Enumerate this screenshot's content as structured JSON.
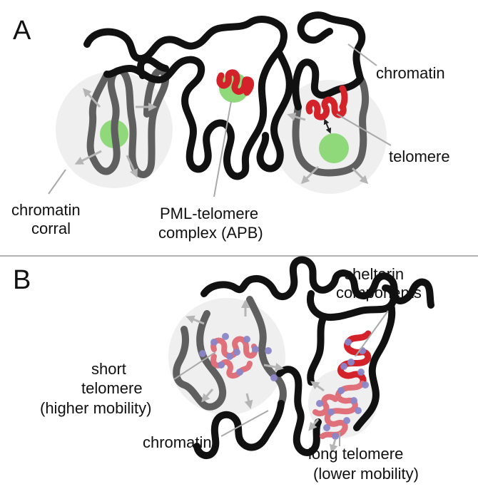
{
  "panels": {
    "a": {
      "letter": "A",
      "labels": {
        "chromatin": "chromatin",
        "telomere": "telomere",
        "corral_line1": "chromatin",
        "corral_line2": "corral",
        "apb_line1": "PML-telomere",
        "apb_line2": "complex (APB)"
      }
    },
    "b": {
      "letter": "B",
      "labels": {
        "shelterin_line1": "shelterin",
        "shelterin_line2": "components",
        "short_line1": "short",
        "short_line2": "telomere",
        "short_line3": "(higher mobility)",
        "chromatin": "chromatin",
        "long_line1": "long telomere",
        "long_line2": "(lower mobility)"
      }
    }
  },
  "colors": {
    "chromatin": "#111111",
    "chromatin_in_corral": "#5f5f5f",
    "telomere": "#d4222a",
    "telomere_light": "#e0707a",
    "pml_body": "#8fd97a",
    "shelterin": "#8a86c8",
    "corral": "#e9e9e9",
    "leader_lines": "#a9a9a9"
  }
}
